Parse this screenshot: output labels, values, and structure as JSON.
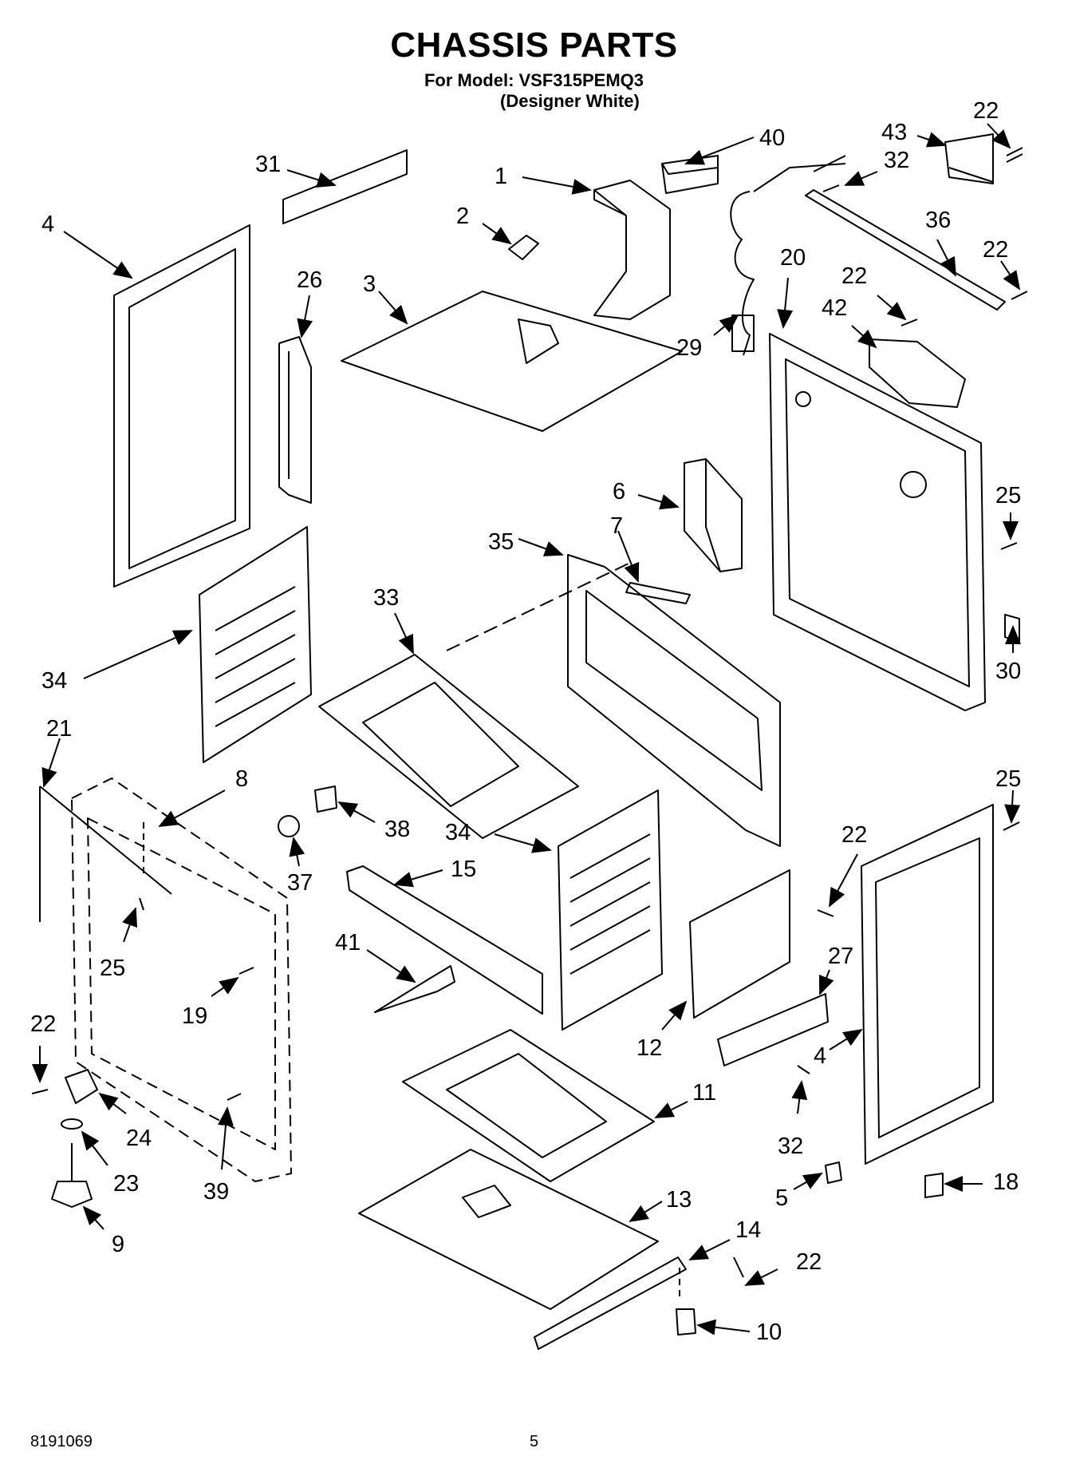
{
  "header": {
    "title": "CHASSIS PARTS",
    "model_line": "For Model: VSF315PEMQ3",
    "variant_line": "(Designer White)"
  },
  "footer": {
    "doc_number": "8191069",
    "page_number": "5"
  },
  "callouts": [
    {
      "id": "c31",
      "text": "31"
    },
    {
      "id": "c1",
      "text": "1"
    },
    {
      "id": "c40",
      "text": "40"
    },
    {
      "id": "c43",
      "text": "43"
    },
    {
      "id": "c22a",
      "text": "22"
    },
    {
      "id": "c32a",
      "text": "32"
    },
    {
      "id": "c4a",
      "text": "4"
    },
    {
      "id": "c2",
      "text": "2"
    },
    {
      "id": "c26",
      "text": "26"
    },
    {
      "id": "c3",
      "text": "3"
    },
    {
      "id": "c36",
      "text": "36"
    },
    {
      "id": "c22b",
      "text": "22"
    },
    {
      "id": "c20",
      "text": "20"
    },
    {
      "id": "c22c",
      "text": "22"
    },
    {
      "id": "c42",
      "text": "42"
    },
    {
      "id": "c29",
      "text": "29"
    },
    {
      "id": "c6",
      "text": "6"
    },
    {
      "id": "c25a",
      "text": "25"
    },
    {
      "id": "c35",
      "text": "35"
    },
    {
      "id": "c7",
      "text": "7"
    },
    {
      "id": "c33",
      "text": "33"
    },
    {
      "id": "c34a",
      "text": "34"
    },
    {
      "id": "c30",
      "text": "30"
    },
    {
      "id": "c21",
      "text": "21"
    },
    {
      "id": "c8",
      "text": "8"
    },
    {
      "id": "c25b",
      "text": "25"
    },
    {
      "id": "c38",
      "text": "38"
    },
    {
      "id": "c34b",
      "text": "34"
    },
    {
      "id": "c22d",
      "text": "22"
    },
    {
      "id": "c37",
      "text": "37"
    },
    {
      "id": "c15",
      "text": "15"
    },
    {
      "id": "c25c",
      "text": "25"
    },
    {
      "id": "c41",
      "text": "41"
    },
    {
      "id": "c27",
      "text": "27"
    },
    {
      "id": "c19",
      "text": "19"
    },
    {
      "id": "c22e",
      "text": "22"
    },
    {
      "id": "c12",
      "text": "12"
    },
    {
      "id": "c4b",
      "text": "4"
    },
    {
      "id": "c11",
      "text": "11"
    },
    {
      "id": "c24",
      "text": "24"
    },
    {
      "id": "c32b",
      "text": "32"
    },
    {
      "id": "c23",
      "text": "23"
    },
    {
      "id": "c39",
      "text": "39"
    },
    {
      "id": "c13",
      "text": "13"
    },
    {
      "id": "c5",
      "text": "5"
    },
    {
      "id": "c18",
      "text": "18"
    },
    {
      "id": "c9",
      "text": "9"
    },
    {
      "id": "c14",
      "text": "14"
    },
    {
      "id": "c22f",
      "text": "22"
    },
    {
      "id": "c10",
      "text": "10"
    }
  ]
}
